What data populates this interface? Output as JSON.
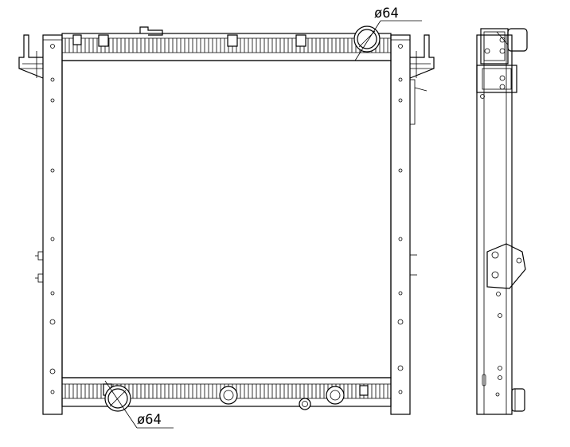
{
  "diagram": {
    "top_inlet_label": "ø64",
    "bottom_outlet_label": "ø64",
    "line_color": "#000000",
    "background_color": "#ffffff",
    "views": [
      "front-view",
      "side-view"
    ]
  }
}
